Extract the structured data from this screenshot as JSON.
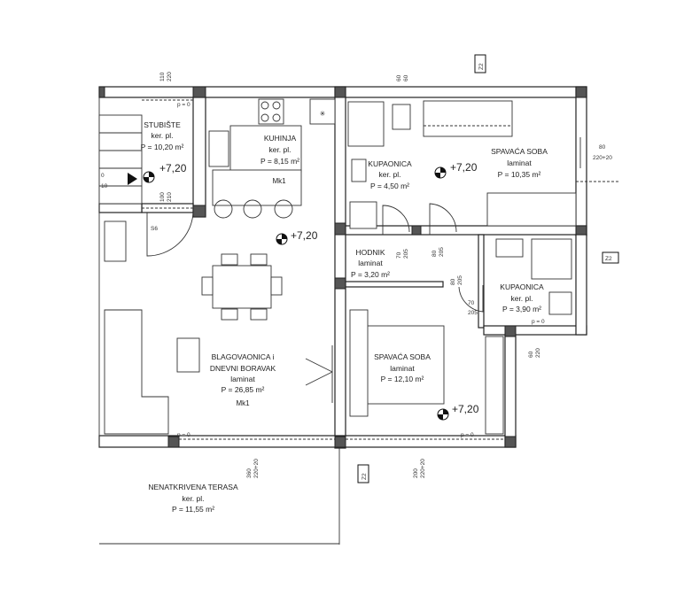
{
  "rooms": {
    "stubiste": {
      "name": "STUBIŠTE",
      "floor": "ker. pl.",
      "area": "P = 10,20 m²"
    },
    "kuhinja": {
      "name": "KUHINJA",
      "floor": "ker. pl.",
      "area": "P = 8,15 m²",
      "tag": "Mk1"
    },
    "kupaonica1": {
      "name": "KUPAONICA",
      "floor": "ker. pl.",
      "area": "P = 4,50 m²"
    },
    "spavaca1": {
      "name": "SPAVAĆA SOBA",
      "floor": "laminat",
      "area": "P = 10,35 m²"
    },
    "hodnik": {
      "name": "HODNIK",
      "floor": "laminat",
      "area": "P = 3,20 m²"
    },
    "kupaonica2": {
      "name": "KUPAONICA",
      "floor": "ker. pl.",
      "area": "P = 3,90 m²"
    },
    "boravak": {
      "name_line1": "BLAGOVAONICA i",
      "name_line2": "DNEVNI BORAVAK",
      "floor": "laminat",
      "area": "P = 26,85 m²",
      "tag": "Mk1"
    },
    "spavaca2": {
      "name": "SPAVAĆA SOBA",
      "floor": "laminat",
      "area": "P = 12,10 m²"
    },
    "terasa": {
      "name": "NENATKRIVENA TERASA",
      "floor": "ker. pl.",
      "area": "P = 11,55 m²"
    }
  },
  "levels": [
    "+7,20",
    "+7,20",
    "+7,20",
    "+7,20"
  ],
  "labels": {
    "z2": "Z2",
    "s6": "S6",
    "p0": "p = 0",
    "stair_a": "0",
    "stair_b": "10"
  },
  "dimensions": {
    "d1": [
      "110",
      "220"
    ],
    "d2": [
      "60",
      "60"
    ],
    "d3": [
      "100",
      "210"
    ],
    "d4": [
      "80",
      "220+20"
    ],
    "d5": [
      "70",
      "205"
    ],
    "d6": [
      "80",
      "205"
    ],
    "d7": [
      "80",
      "205"
    ],
    "d8": [
      "70",
      "205"
    ],
    "d9": [
      "60",
      "220"
    ],
    "d10": [
      "360",
      "220+20"
    ],
    "d11": [
      "200",
      "220+20"
    ]
  }
}
